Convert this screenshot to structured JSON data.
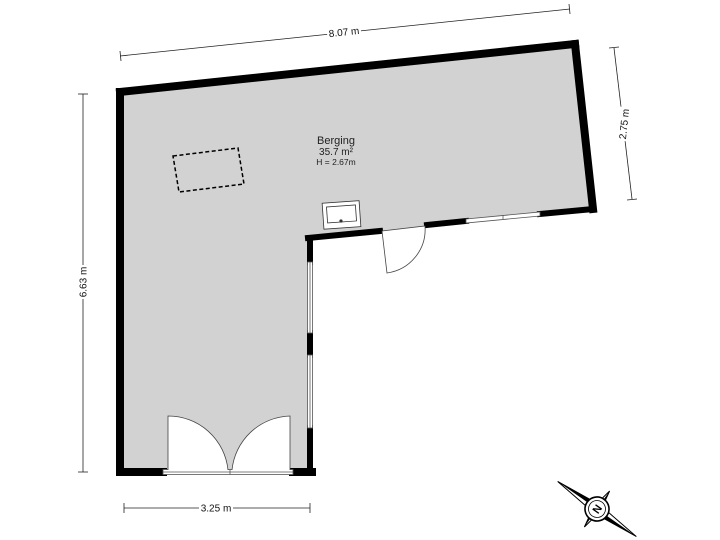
{
  "room": {
    "name": "Berging",
    "area": "35.7 m²",
    "height": "H = 2.67m"
  },
  "dimensions": {
    "top": "8.07 m",
    "right": "2.75 m",
    "left": "6.63 m",
    "bottom": "3.25 m"
  },
  "compass": {
    "label": "N"
  },
  "colors": {
    "floor": "#d2d2d2",
    "wall": "#000000",
    "dimension_line": "#222222"
  }
}
